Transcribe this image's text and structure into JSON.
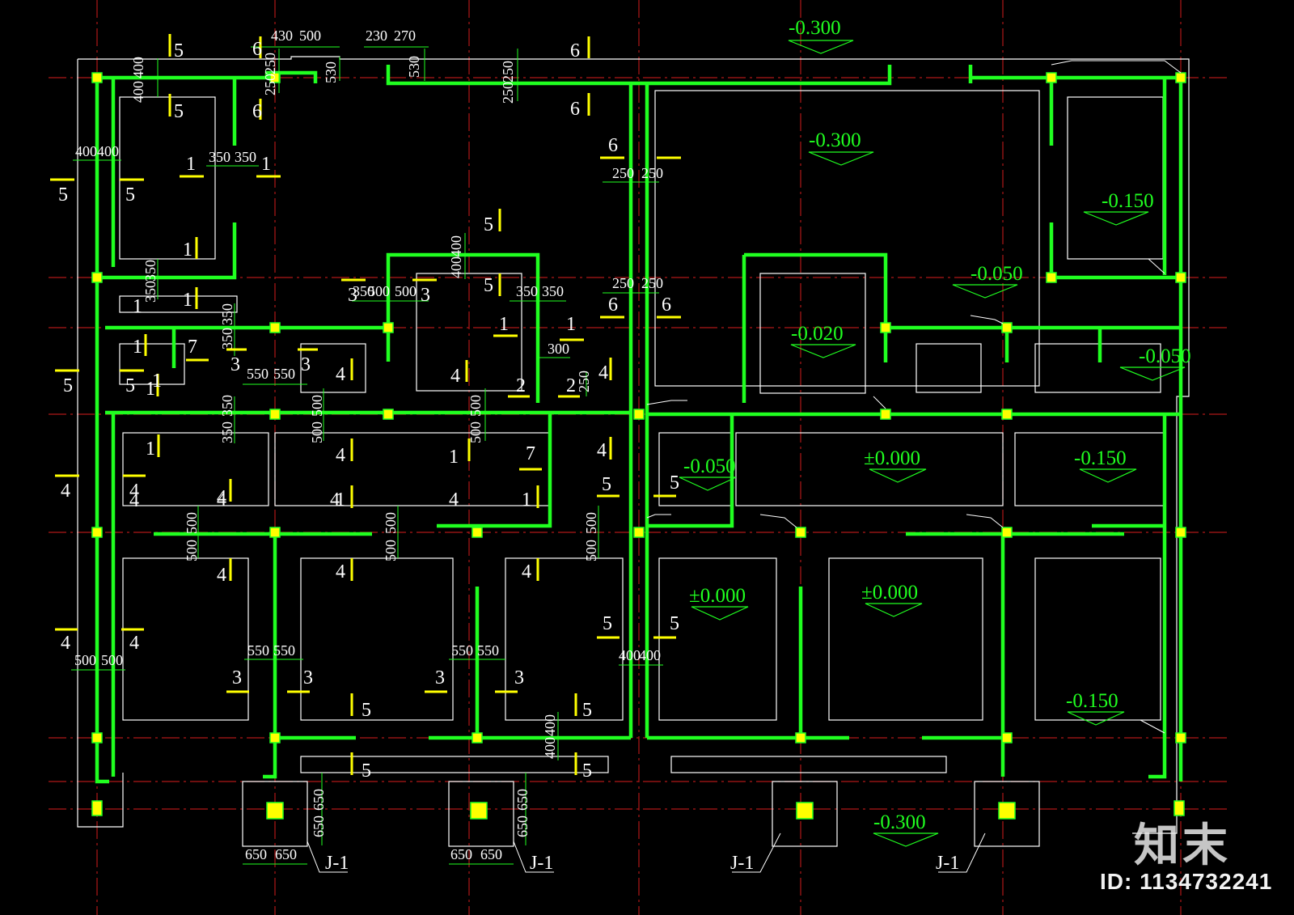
{
  "elevations": [
    "-0.300",
    "-0.300",
    "-0.150",
    "-0.050",
    "-0.020",
    "-0.050",
    "-0.050",
    "±0.000",
    "-0.150",
    "±0.000",
    "±0.000",
    "-0.150",
    "-0.300"
  ],
  "dimensions": [
    "430",
    "500",
    "230",
    "270",
    "400",
    "400",
    "250",
    "250",
    "530",
    "530",
    "250",
    "250",
    "400",
    "400",
    "350",
    "350",
    "250",
    "250",
    "400",
    "400",
    "350",
    "350",
    "350",
    "500",
    "500",
    "350",
    "350",
    "250",
    "250",
    "350",
    "350",
    "300",
    "250",
    "550",
    "550",
    "500",
    "500",
    "500",
    "500",
    "350",
    "350",
    "500",
    "500",
    "500",
    "500",
    "500",
    "500",
    "500",
    "500",
    "400",
    "400",
    "550",
    "550",
    "550",
    "550",
    "400",
    "400",
    "650",
    "650",
    "650",
    "650",
    "650",
    "650",
    "650",
    "650"
  ],
  "section_marks": [
    "5",
    "5",
    "6",
    "6",
    "6",
    "6",
    "6",
    "1",
    "1",
    "5",
    "5",
    "1",
    "1",
    "5",
    "5",
    "3",
    "3",
    "1",
    "1",
    "1",
    "1",
    "7",
    "3",
    "3",
    "4",
    "6",
    "6",
    "1",
    "1",
    "1",
    "4",
    "2",
    "2",
    "4",
    "5",
    "5",
    "4",
    "4",
    "1",
    "4",
    "4",
    "4",
    "1",
    "1",
    "7",
    "4",
    "5",
    "5",
    "4",
    "4",
    "4",
    "4",
    "4",
    "4",
    "5",
    "5",
    "4",
    "4",
    "3",
    "3",
    "3",
    "3",
    "5",
    "5",
    "5",
    "5"
  ],
  "footing_labels": [
    "J-1",
    "J-1",
    "J-1",
    "J-1"
  ],
  "watermark": {
    "logo": "知末",
    "id": "ID: 1134732241"
  },
  "colors": {
    "background": "#000000",
    "wall": "#20ff20",
    "column": "#ffff00",
    "axis": "#b01818",
    "text": "#ffffff"
  }
}
